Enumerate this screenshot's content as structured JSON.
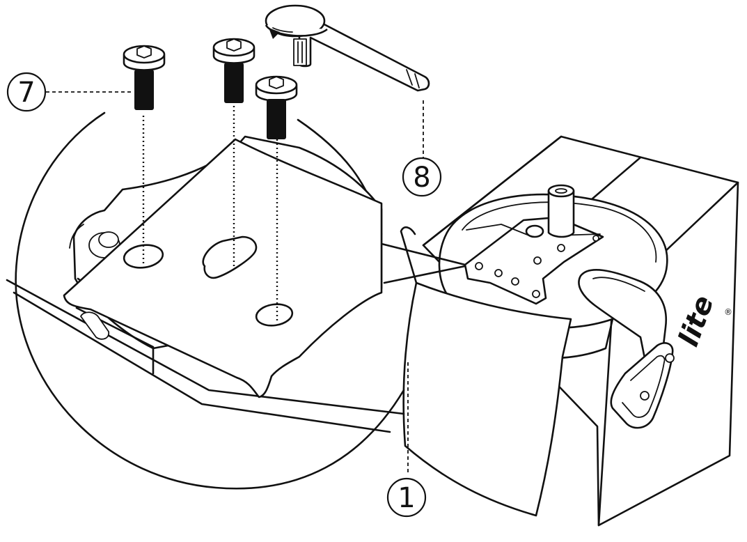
{
  "callouts": {
    "seat": "1",
    "screws": "7",
    "hex_key": "8"
  },
  "box": {
    "brand": "lite",
    "registered_mark": "®"
  },
  "icons": {
    "rotation": "curved-arrow-icon",
    "tool": "hex-key-icon",
    "fastener": "hex-socket-screw-icon"
  },
  "colors": {
    "line": "#111111",
    "background": "#ffffff"
  }
}
